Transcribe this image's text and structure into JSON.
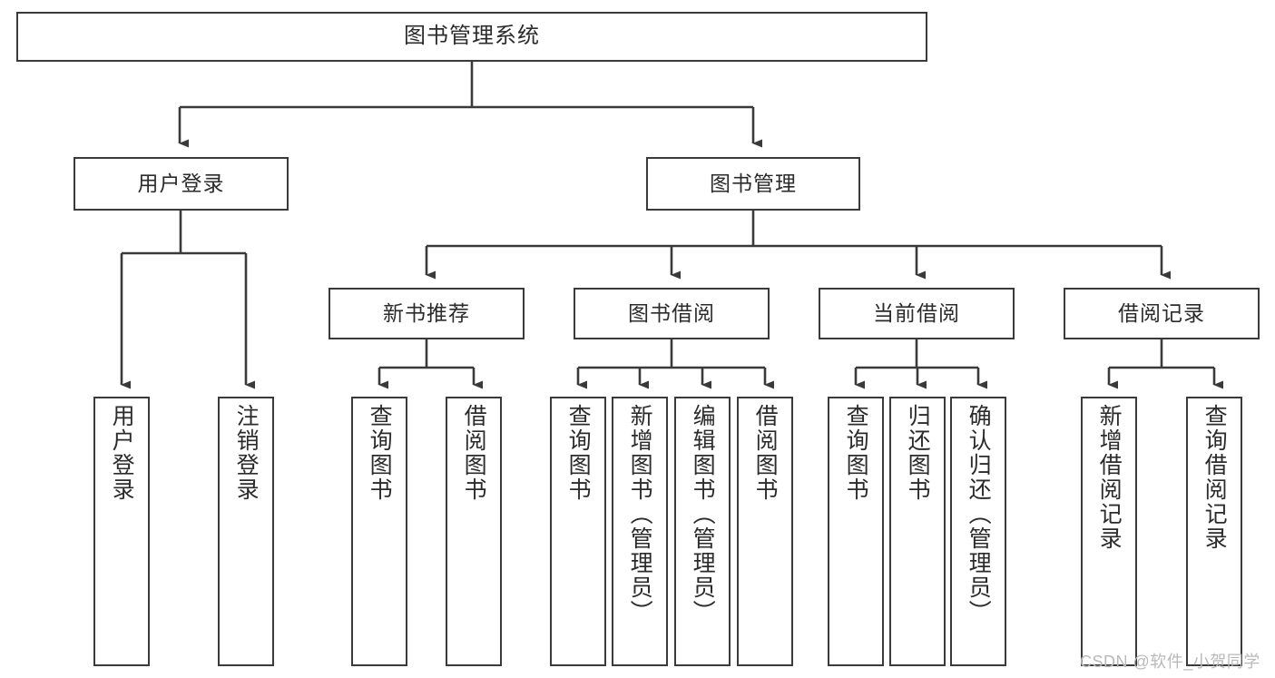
{
  "diagram": {
    "type": "hierarchy-tree",
    "title": "图书管理系统",
    "watermark": "CSDN @软件_小贺同学",
    "colors": {
      "box_border": "#3a3a3a",
      "box_fill": "#ffffff",
      "edge": "#3a3a3a",
      "text": "#2b2b2b",
      "watermark": "#b9b9b9",
      "background": "#ffffff"
    },
    "nodes": {
      "root": {
        "label": "图书管理系统",
        "level": 1,
        "orientation": "horizontal"
      },
      "l2_user_login": {
        "label": "用户登录",
        "level": 2,
        "orientation": "horizontal"
      },
      "l2_book_manage": {
        "label": "图书管理",
        "level": 2,
        "orientation": "horizontal"
      },
      "l3_new_book_rec": {
        "label": "新书推荐",
        "level": 3,
        "orientation": "horizontal"
      },
      "l3_book_borrow": {
        "label": "图书借阅",
        "level": 3,
        "orientation": "horizontal"
      },
      "l3_current_borrow": {
        "label": "当前借阅",
        "level": 3,
        "orientation": "horizontal"
      },
      "l3_borrow_record": {
        "label": "借阅记录",
        "level": 3,
        "orientation": "horizontal"
      },
      "leaf_user_login": {
        "label": "用户登录",
        "level": 4,
        "orientation": "vertical"
      },
      "leaf_logout_login": {
        "label": "注销登录",
        "level": 4,
        "orientation": "vertical"
      },
      "leaf_query_book_1": {
        "label": "查询图书",
        "level": 4,
        "orientation": "vertical"
      },
      "leaf_borrow_book_1": {
        "label": "借阅图书",
        "level": 4,
        "orientation": "vertical"
      },
      "leaf_query_book_2": {
        "label": "查询图书",
        "level": 4,
        "orientation": "vertical"
      },
      "leaf_add_book_admin": {
        "label": "新增图书（管理员）",
        "level": 4,
        "orientation": "vertical"
      },
      "leaf_edit_book_admin": {
        "label": "编辑图书（管理员）",
        "level": 4,
        "orientation": "vertical"
      },
      "leaf_borrow_book_2": {
        "label": "借阅图书",
        "level": 4,
        "orientation": "vertical"
      },
      "leaf_query_book_3": {
        "label": "查询图书",
        "level": 4,
        "orientation": "vertical"
      },
      "leaf_return_book": {
        "label": "归还图书",
        "level": 4,
        "orientation": "vertical"
      },
      "leaf_confirm_return_admin": {
        "label": "确认归还（管理员）",
        "level": 4,
        "orientation": "vertical"
      },
      "leaf_add_borrow_record": {
        "label": "新增借阅记录",
        "level": 4,
        "orientation": "vertical"
      },
      "leaf_query_borrow_record": {
        "label": "查询借阅记录",
        "level": 4,
        "orientation": "vertical"
      }
    },
    "edges": [
      {
        "from": "root",
        "to": "l2_user_login"
      },
      {
        "from": "root",
        "to": "l2_book_manage"
      },
      {
        "from": "l2_user_login",
        "to": "leaf_user_login"
      },
      {
        "from": "l2_user_login",
        "to": "leaf_logout_login"
      },
      {
        "from": "l2_book_manage",
        "to": "l3_new_book_rec"
      },
      {
        "from": "l2_book_manage",
        "to": "l3_book_borrow"
      },
      {
        "from": "l2_book_manage",
        "to": "l3_current_borrow"
      },
      {
        "from": "l2_book_manage",
        "to": "l3_borrow_record"
      },
      {
        "from": "l3_new_book_rec",
        "to": "leaf_query_book_1"
      },
      {
        "from": "l3_new_book_rec",
        "to": "leaf_borrow_book_1"
      },
      {
        "from": "l3_book_borrow",
        "to": "leaf_query_book_2"
      },
      {
        "from": "l3_book_borrow",
        "to": "leaf_add_book_admin"
      },
      {
        "from": "l3_book_borrow",
        "to": "leaf_edit_book_admin"
      },
      {
        "from": "l3_book_borrow",
        "to": "leaf_borrow_book_2"
      },
      {
        "from": "l3_current_borrow",
        "to": "leaf_query_book_3"
      },
      {
        "from": "l3_current_borrow",
        "to": "leaf_return_book"
      },
      {
        "from": "l3_current_borrow",
        "to": "leaf_confirm_return_admin"
      },
      {
        "from": "l3_borrow_record",
        "to": "leaf_add_borrow_record"
      },
      {
        "from": "l3_borrow_record",
        "to": "leaf_query_borrow_record"
      }
    ]
  }
}
